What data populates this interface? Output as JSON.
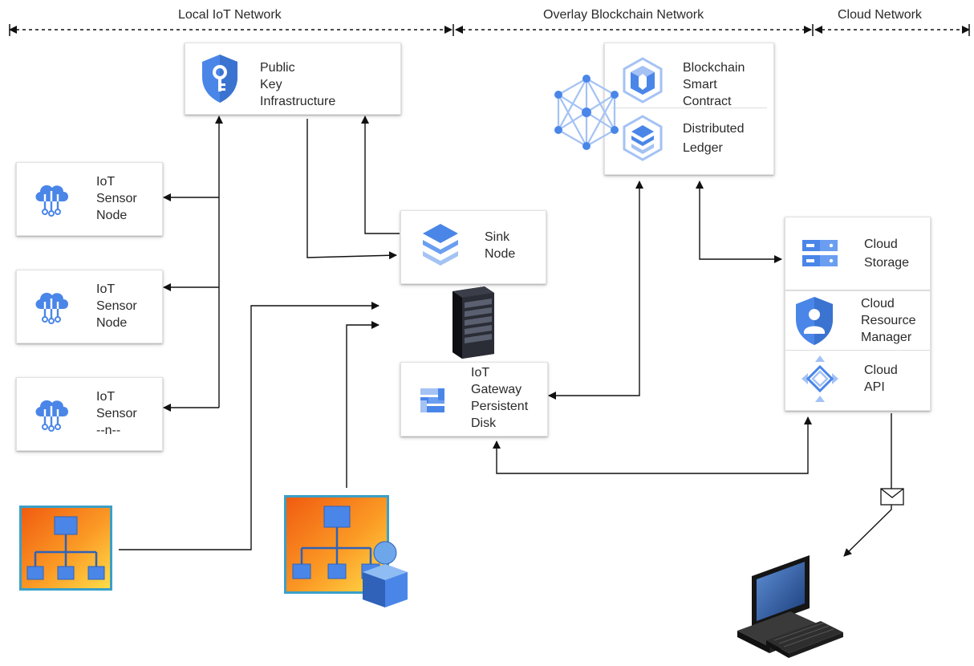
{
  "zones": {
    "local": "Local IoT Network",
    "overlay": "Overlay Blockchain Network",
    "cloud": "Cloud Network"
  },
  "pki": {
    "lines": [
      "Public",
      "Key",
      "Infrastructure"
    ]
  },
  "sensors": [
    {
      "lines": [
        "IoT",
        "Sensor",
        "Node"
      ]
    },
    {
      "lines": [
        "IoT",
        "Sensor",
        "Node"
      ]
    },
    {
      "lines": [
        "IoT",
        "Sensor",
        "--n--"
      ]
    }
  ],
  "sink": {
    "lines": [
      "Sink",
      "Node"
    ]
  },
  "gateway": {
    "lines": [
      "IoT",
      "Gateway",
      "Persistent",
      "Disk"
    ]
  },
  "blockchain": {
    "smart_contract": [
      "Blockchain",
      "Smart",
      "Contract"
    ],
    "ledger": [
      "Distributed",
      "Ledger"
    ]
  },
  "cloud": {
    "storage": [
      "Cloud",
      "Storage"
    ],
    "resource_manager": [
      "Cloud",
      "Resource",
      "Manager"
    ],
    "api": [
      "Cloud",
      "API"
    ]
  },
  "icons": {
    "pki": "shield-key-icon",
    "sensor": "cloud-iot-icon",
    "sink": "stacked-layers-icon",
    "server": "server-rack-icon",
    "gateway": "persistent-disk-icon",
    "network": "blockchain-mesh-icon",
    "contract": "smart-contract-hexagon-icon",
    "ledger": "ledger-hexagon-icon",
    "storage": "storage-icon",
    "resource_manager": "resource-manager-shield-icon",
    "api": "api-endpoints-icon",
    "hierarchy": "hierarchy-icon",
    "hierarchy_admin": "hierarchy-admin-icon",
    "message": "envelope-icon",
    "computer": "desktop-computer-icon"
  },
  "colors": {
    "google_blue": "#4a86e8",
    "light_blue": "#a4c2f4",
    "tile_orange": "#f47b20",
    "tile_yellow": "#ffd34d",
    "tile_border": "#3aa0c8",
    "connector": "#111111"
  }
}
